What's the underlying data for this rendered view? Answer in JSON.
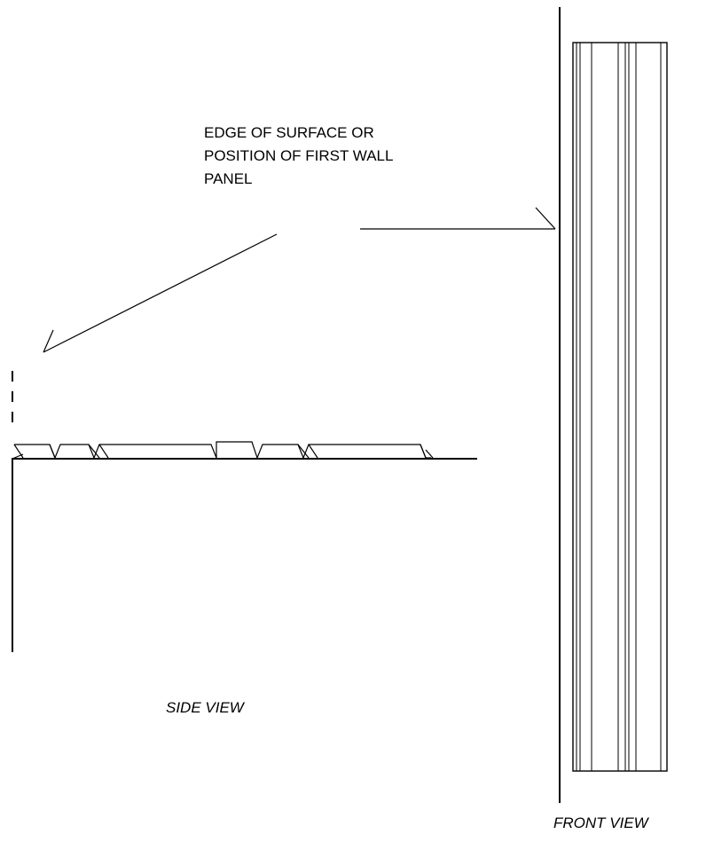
{
  "callout": {
    "lines": [
      "EDGE OF SURFACE OR",
      "POSITION OF FIRST WALL",
      "PANEL"
    ]
  },
  "views": {
    "side": "SIDE VIEW",
    "front": "FRONT VIEW"
  },
  "colors": {
    "line": "#000000",
    "background": "#ffffff"
  }
}
